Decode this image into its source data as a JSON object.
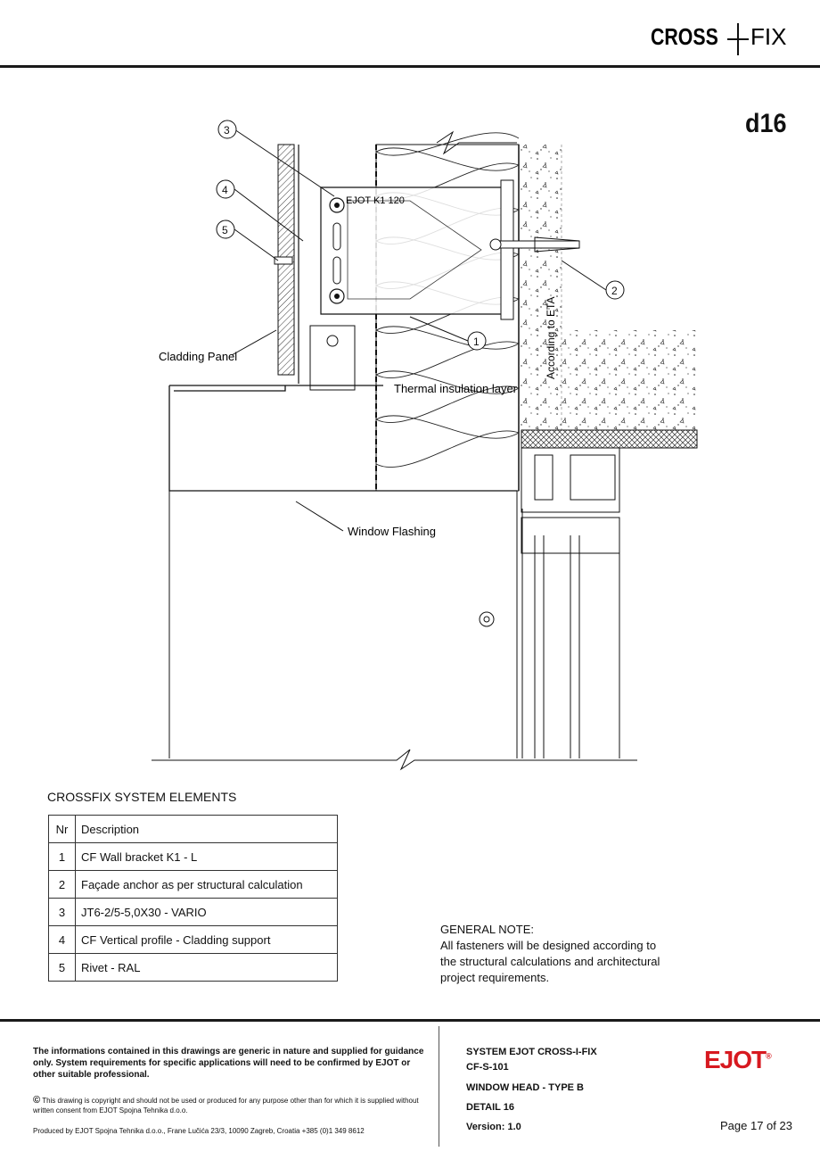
{
  "brand": {
    "logo_left": "CROSS",
    "logo_right": "FIX"
  },
  "detail_code": "d16",
  "drawing": {
    "callouts": [
      "3",
      "4",
      "5",
      "2",
      "1"
    ],
    "labels": {
      "cladding_panel": "Cladding Panel",
      "thermal_insulation": "Thermal insulation layer",
      "according_to_eta": "According to ETA",
      "window_flashing": "Window Flashing",
      "bracket_marking": "EJOT K1 120"
    }
  },
  "elements": {
    "title": "CROSSFIX SYSTEM ELEMENTS",
    "columns": [
      "Nr",
      "Description"
    ],
    "rows": [
      {
        "nr": "1",
        "description": "CF Wall bracket K1 - L"
      },
      {
        "nr": "2",
        "description": "Façade anchor as per structural calculation"
      },
      {
        "nr": "3",
        "description": "JT6-2/5-5,0X30 - VARIO"
      },
      {
        "nr": "4",
        "description": "CF Vertical profile - Cladding support"
      },
      {
        "nr": "5",
        "description": "Rivet - RAL"
      }
    ]
  },
  "general_note": {
    "title": "GENERAL NOTE:",
    "text": "All fasteners will be designed according to the structural calculations and architectural project requirements."
  },
  "footer": {
    "disclaimer": "The informations contained in this drawings are generic in nature and supplied for guidance only. System requirements for specific applications will need to be confirmed by EJOT or other suitable professional.",
    "copyright_symbol": "©",
    "copyright": "This drawing is copyright and should not be used or produced for any purpose other than for which it is supplied without written consent from EJOT Spojna Tehnika d.o.o.",
    "produced_by": "Produced by EJOT Spojna Tehnika d.o.o., Frane Lučića 23/3, 10090 Zagreb, Croatia +385 (0)1 349 8612",
    "system": "SYSTEM EJOT CROSS-I-FIX",
    "code": "CF-S-101",
    "title": "WINDOW HEAD - TYPE B",
    "detail": "DETAIL 16",
    "version": "Version: 1.0",
    "page": "Page 17 of 23",
    "ejot_logo": "EJOT",
    "ejot_reg": "®"
  },
  "colors": {
    "ejot_red": "#d71920",
    "ink": "#111111"
  }
}
